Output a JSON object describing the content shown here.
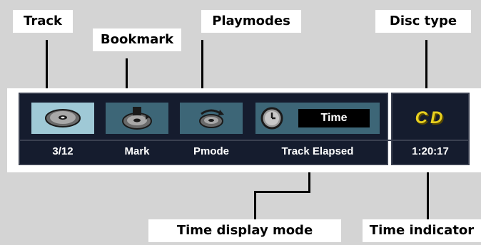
{
  "callouts": {
    "track": "Track",
    "bookmark": "Bookmark",
    "playmodes": "Playmodes",
    "disc_type": "Disc type",
    "time_display_mode": "Time display mode",
    "time_indicator": "Time indicator"
  },
  "osd": {
    "track_value": "3/12",
    "mark_label": "Mark",
    "pmode_label": "Pmode",
    "time_display_label": "Track Elapsed",
    "time_field": "Time",
    "disc_logo": "CD",
    "time_value": "1:20:17"
  },
  "icons": {
    "track": "disc-icon",
    "bookmark": "disc-bookmark-icon",
    "playmode": "repeat-disc-icon",
    "time": "clock-icon"
  },
  "colors": {
    "background": "#d4d4d4",
    "bar": "#151c2e",
    "selected_tile": "#9fc9d6",
    "tile": "#3d6677",
    "cd_logo": "#e8d020"
  }
}
